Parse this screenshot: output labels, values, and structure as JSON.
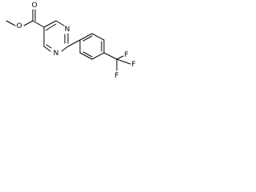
{
  "structure": {
    "type": "chemical-structure",
    "atoms": {
      "ester_o_methyl": "O",
      "ester_o_carbonyl": "O",
      "ring_n1": "N",
      "ring_n2": "N",
      "f_top": "F",
      "f_right": "F",
      "f_bottom": "F"
    },
    "colors": {
      "bond": "#000000",
      "label": "#000000",
      "background": "#ffffff"
    }
  }
}
